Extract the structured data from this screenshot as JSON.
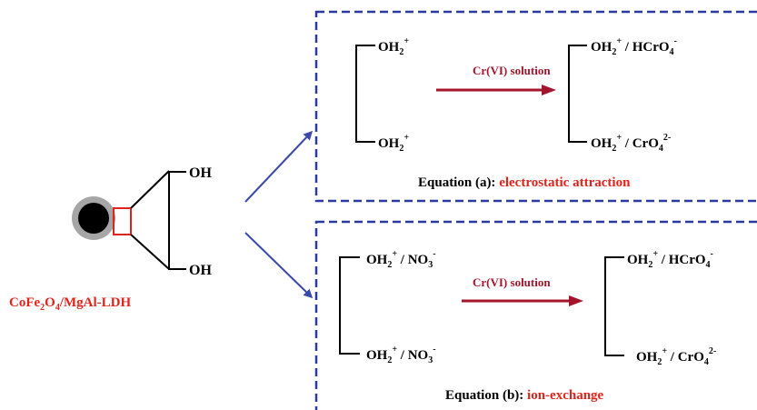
{
  "material": {
    "label_parts": [
      "CoFe",
      "2",
      "O",
      "4",
      "/MgAl-LDH"
    ],
    "oh_top": "OH",
    "oh_bottom": "OH"
  },
  "equation_a": {
    "left_top": {
      "base": "OH",
      "sub": "2",
      "sup": "+",
      "rest": ""
    },
    "left_bottom": {
      "base": "OH",
      "sub": "2",
      "sup": "+",
      "rest": ""
    },
    "arrow_label": "Cr(VI) solution",
    "right_top": {
      "base": "OH",
      "sub": "2",
      "sup": "+",
      "rest": " / HCrO",
      "rest_sub": "4",
      "rest_sup": "-"
    },
    "right_bottom": {
      "base": "OH",
      "sub": "2",
      "sup": "+",
      "rest": " / CrO",
      "rest_sub": "4",
      "rest_sup": "2-"
    },
    "caption_prefix": "Equation (a): ",
    "caption_mechanism": "electrostatic attraction"
  },
  "equation_b": {
    "left_top": {
      "base": "OH",
      "sub": "2",
      "sup": "+",
      "rest": " / NO",
      "rest_sub": "3",
      "rest_sup": "-"
    },
    "left_bottom": {
      "base": "OH",
      "sub": "2",
      "sup": "+",
      "rest": " / NO",
      "rest_sub": "3",
      "rest_sup": "-"
    },
    "arrow_label": "Cr(VI) solution",
    "right_top": {
      "base": "OH",
      "sub": "2",
      "sup": "+",
      "rest": " / HCrO",
      "rest_sub": "4",
      "rest_sup": "-"
    },
    "right_bottom": {
      "base": "OH",
      "sub": "2",
      "sup": "+",
      "rest": " / CrO",
      "rest_sub": "4",
      "rest_sup": "2-"
    },
    "caption_prefix": "Equation (b): ",
    "caption_mechanism": "ion-exchange"
  },
  "colors": {
    "box_border": "#2b3a9e",
    "pointer_arrow": "#3a4aa8",
    "reaction_arrow": "#a4142b",
    "highlight": "#e0241b"
  }
}
